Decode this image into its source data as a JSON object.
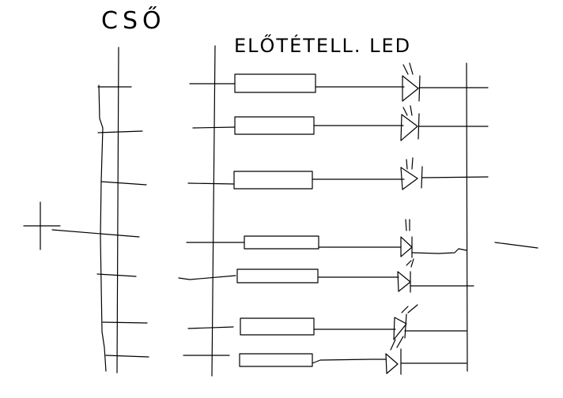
{
  "labels": {
    "pipe": "CSŐ",
    "header": "ELŐTÉTELL. LED"
  },
  "rows": [
    {
      "id": 1
    },
    {
      "id": 2
    },
    {
      "id": 3
    },
    {
      "id": 4
    },
    {
      "id": 5
    },
    {
      "id": 6
    },
    {
      "id": 7
    }
  ],
  "colors": {
    "ink": "#000000",
    "background": "#ffffff"
  }
}
